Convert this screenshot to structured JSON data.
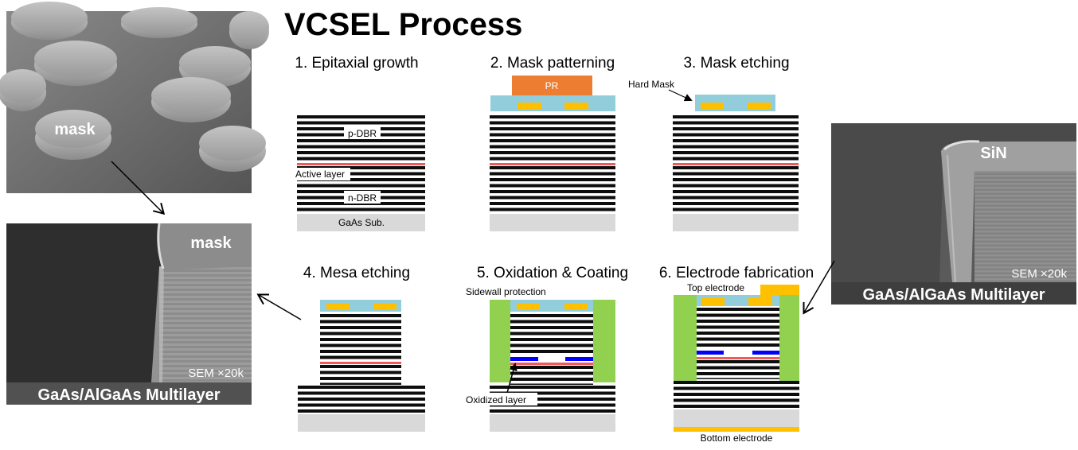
{
  "title": "VCSEL Process",
  "steps": [
    {
      "label": "1. Epitaxial growth"
    },
    {
      "label": "2. Mask patterning"
    },
    {
      "label": "3. Mask etching"
    },
    {
      "label": "4. Mesa etching"
    },
    {
      "label": "5. Oxidation & Coating"
    },
    {
      "label": "6. Electrode fabrication"
    }
  ],
  "layer_labels": {
    "p_dbr": "p-DBR",
    "active_layer": "Active layer",
    "n_dbr": "n-DBR",
    "substrate": "GaAs Sub.",
    "pr": "PR",
    "hard_mask": "Hard Mask",
    "sidewall_protection": "Sidewall protection",
    "oxidized_layer": "Oxidized layer",
    "top_electrode": "Top electrode",
    "bottom_electrode": "Bottom electrode"
  },
  "sem_images": {
    "top_left": {
      "label": "mask"
    },
    "bottom_left": {
      "label": "mask",
      "magnification": "SEM ×20k",
      "caption": "GaAs/AlGaAs Multilayer"
    },
    "right": {
      "label": "SiN",
      "magnification": "SEM ×20k",
      "caption": "GaAs/AlGaAs Multilayer"
    }
  },
  "colors": {
    "dbr_stripe": "#0d0d0d",
    "active_layer": "#f05a5a",
    "substrate": "#d9d9d9",
    "photoresist": "#ed7d31",
    "hard_mask": "#92cddc",
    "aperture_pads": "#ffc000",
    "sidewall_coating": "#92d050",
    "oxidized_layer": "#0000ff",
    "electrode": "#ffc000"
  }
}
